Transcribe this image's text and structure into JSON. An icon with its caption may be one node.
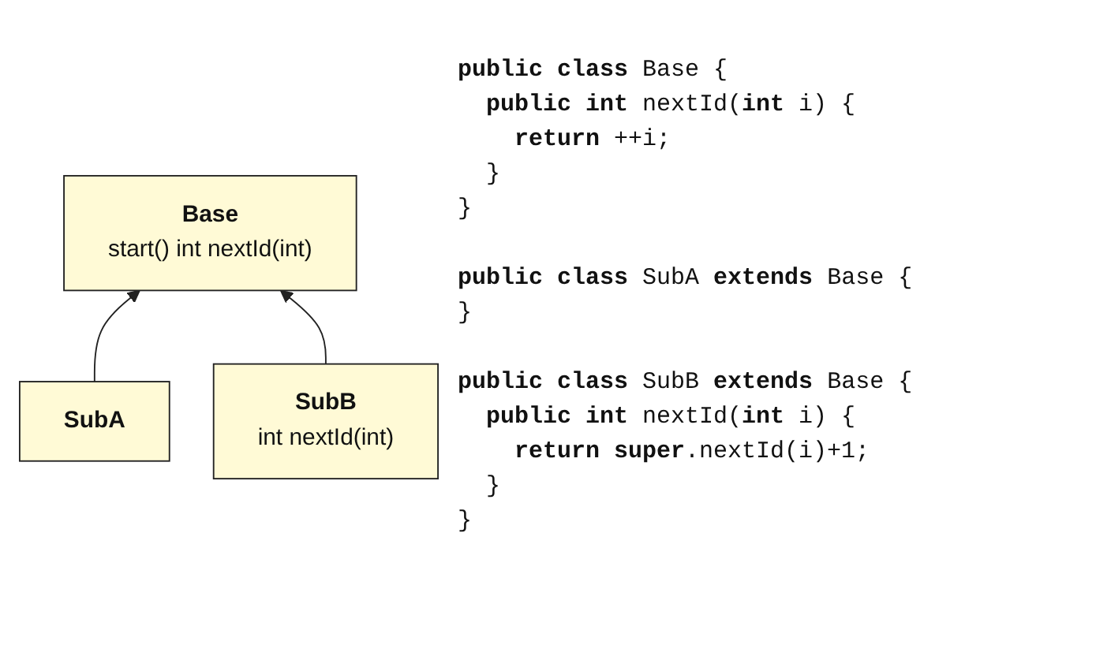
{
  "diagram": {
    "nodes": [
      {
        "text": [
          "Base",
          "start() int nextId(int)"
        ]
      },
      {
        "text": [
          "SubA"
        ]
      },
      {
        "text": [
          "SubB",
          "int nextId(int)"
        ]
      }
    ],
    "edges": [
      {
        "from": 1,
        "to": 0,
        "arrow": "to"
      },
      {
        "from": 2,
        "to": 0,
        "arrow": "to"
      }
    ],
    "labels": [
      "**public class** Base {",
      "**public int** nextId(**int** i) {",
      "**return** ++i;",
      "}",
      "}",
      "**public class** SubA **extends** Base {",
      "}",
      "**public class** SubB **extends** Base {",
      "**public int** nextId(**int** i) {",
      "**return super**.nextId(i)+1;",
      "}",
      "}"
    ]
  }
}
